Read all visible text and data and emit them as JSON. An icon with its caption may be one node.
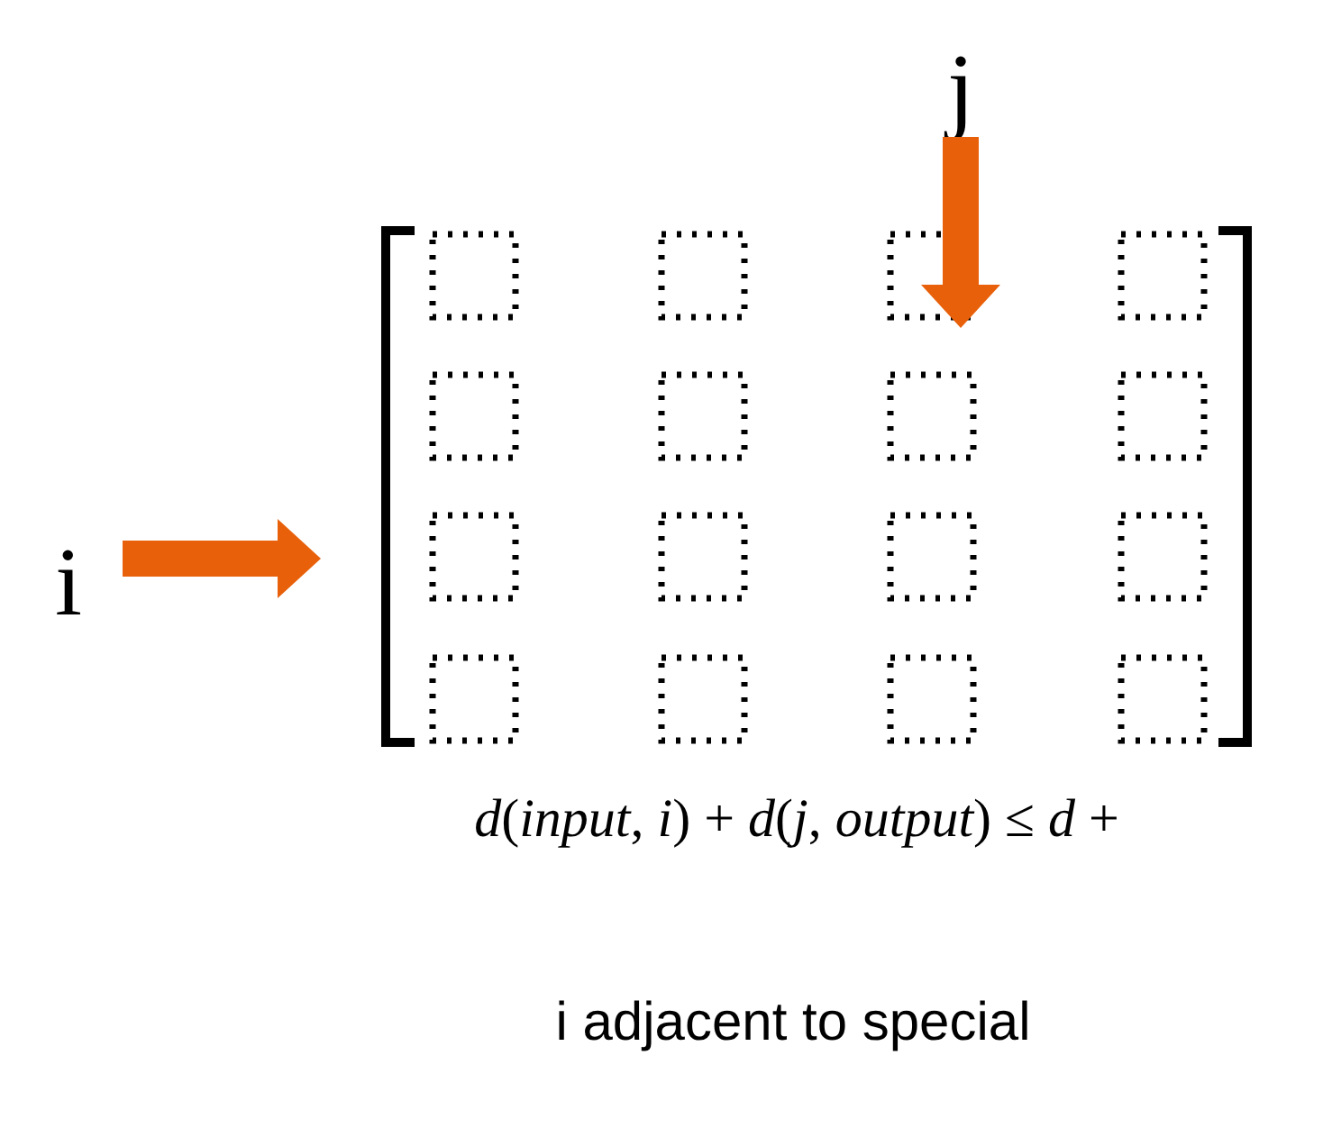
{
  "diagram": {
    "nodes": [
      {
        "text": [
          "j"
        ]
      },
      {
        "text": [],
        "shape": "box"
      },
      {
        "text": [],
        "shape": "box",
        "in": 1
      },
      {
        "text": [],
        "shape": "box",
        "in": 1
      },
      {
        "text": [],
        "shape": "box",
        "in": 1
      },
      {
        "text": [],
        "shape": "box",
        "in": 1
      },
      {
        "text": [],
        "shape": "box",
        "in": 1
      },
      {
        "text": [],
        "shape": "box",
        "in": 1
      },
      {
        "text": [],
        "shape": "box",
        "in": 1
      },
      {
        "text": [],
        "shape": "box",
        "in": 1
      },
      {
        "text": [],
        "shape": "box",
        "in": 1
      },
      {
        "text": [],
        "shape": "box",
        "in": 1
      },
      {
        "text": [],
        "shape": "box",
        "in": 1
      },
      {
        "text": [],
        "shape": "box",
        "in": 1
      },
      {
        "text": [],
        "shape": "box",
        "in": 1
      },
      {
        "text": [],
        "shape": "box",
        "in": 1
      },
      {
        "text": [],
        "shape": "box",
        "in": 1
      },
      {
        "text": [],
        "shape": "box",
        "in": 1
      },
      {
        "text": [
          "i"
        ]
      }
    ],
    "edges": [
      {
        "from": 0,
        "to": 4,
        "arrow": "to"
      },
      {
        "from": 18,
        "to": 1,
        "arrow": "to"
      }
    ],
    "labels": [
      "*d*(*input*, *i*) + *d*(*j*, *output*) ≤ *d* +",
      "i adjacent to special"
    ]
  }
}
